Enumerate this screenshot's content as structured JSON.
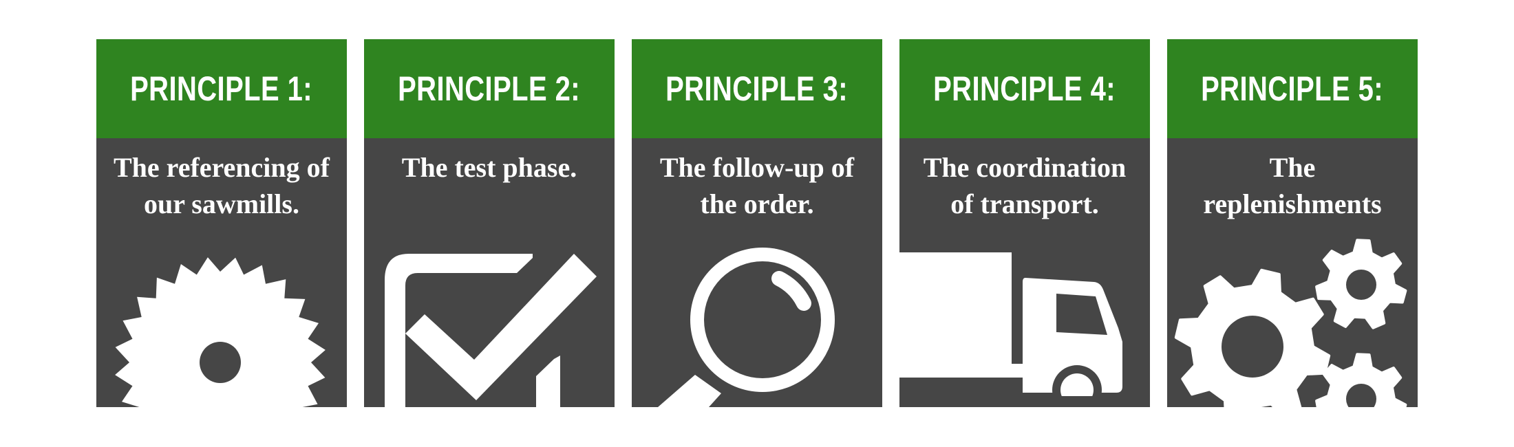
{
  "colors": {
    "header_green": "#2f8420",
    "card_gray": "#464646",
    "icon_white": "#ffffff"
  },
  "principles": [
    {
      "title": "PRINCIPLE 1:",
      "desc_lines": [
        "The referencing of",
        "our sawmills."
      ],
      "icon": "saw-blade-icon"
    },
    {
      "title": "PRINCIPLE 2:",
      "desc_lines": [
        "The test phase."
      ],
      "icon": "checkbox-icon"
    },
    {
      "title": "PRINCIPLE 3:",
      "desc_lines": [
        "The follow-up of",
        "the order."
      ],
      "icon": "magnifier-icon"
    },
    {
      "title": "PRINCIPLE 4:",
      "desc_lines": [
        "The coordination",
        "of transport."
      ],
      "icon": "truck-icon"
    },
    {
      "title": "PRINCIPLE 5:",
      "desc_lines": [
        "The",
        "replenishments"
      ],
      "icon": "gears-icon"
    }
  ]
}
